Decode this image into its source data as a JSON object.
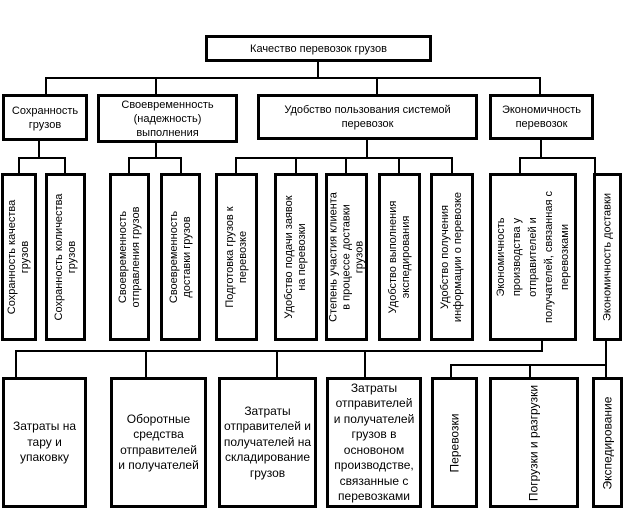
{
  "diagram": {
    "root": "Качество перевозок грузов",
    "level2": [
      {
        "label": "Сохранность\nгрузов"
      },
      {
        "label": "Своевременность\n(надежность)\nвыполнения"
      },
      {
        "label": "Удобство пользования системой\nперевозок"
      },
      {
        "label": "Экономичность\nперевозок"
      }
    ],
    "level3": [
      {
        "label": "Сохранность качества\nгрузов"
      },
      {
        "label": "Сохранность количества\nгрузов"
      },
      {
        "label": "Своевременность\nотправления грузов"
      },
      {
        "label": "Своевременность\nдоставки грузов"
      },
      {
        "label": "Подготовка грузов к\nперевозке"
      },
      {
        "label": "Удобство подачи заявок\nна перевозки"
      },
      {
        "label": "Степень участия клиента\nв процессе доставки\nгрузов"
      },
      {
        "label": "Удобство выполнения\nэкспедирования"
      },
      {
        "label": "Удобство получения\nинформации о перевозке"
      },
      {
        "label": "Экономичность\nпроизводства у\nотправителей и\nполучателей, связанная с\nперевозками"
      },
      {
        "label": "Экономичность доставки"
      }
    ],
    "level4": [
      {
        "label": "Затраты на\nтару и\nупаковку"
      },
      {
        "label": "Оборотные\nсредства\nотправителей\nи получателей"
      },
      {
        "label": "Затраты\nотправителей и\nполучателей на\nскладирование\nгрузов"
      },
      {
        "label": "Затраты\nотправителей\nи получателей\nгрузов в\nосновоном\nпроизводстве,\nсвязанные с\nперевозками"
      },
      {
        "label": "Перевозки"
      },
      {
        "label": "Погрузки и разгрузки"
      },
      {
        "label": "Экспедирование"
      }
    ],
    "colors": {
      "line": "#000000",
      "background": "#ffffff",
      "box_fill": "#ffffff"
    }
  }
}
